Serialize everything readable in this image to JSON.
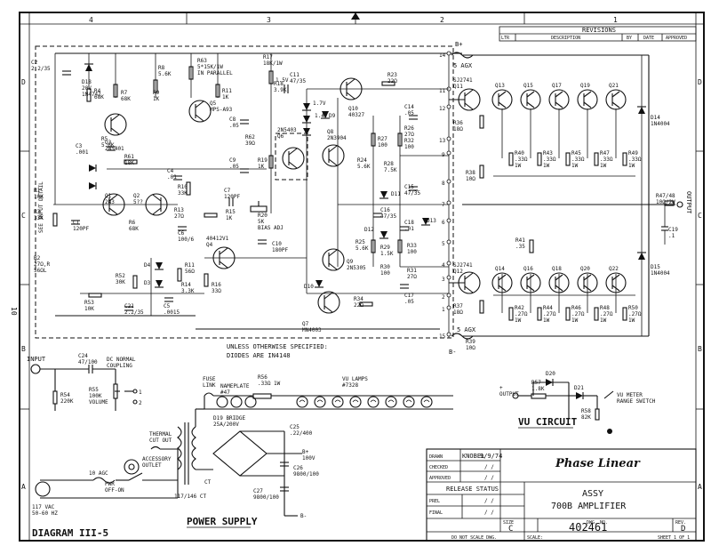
{
  "zones_top": [
    "4",
    "3",
    "2",
    "1"
  ],
  "zones_side": [
    "D",
    "C",
    "B",
    "A"
  ],
  "revisions": {
    "title": "REVISIONS",
    "cols": [
      "LTR",
      "DESCRIPTION",
      "BY",
      "DATE",
      "APPROVED"
    ]
  },
  "side_labels": {
    "left_input": "SEE INPUT DETAIL",
    "right_output": "OUTPUT",
    "left_num": "10"
  },
  "components": {
    "c2": "C2\n2.2/35",
    "d18": "D18\n20V\n1N4747",
    "r4": "R4\n68K",
    "r7": "R7\n68K",
    "r8": "R8\n5.6K",
    "r9": "R9\n1K",
    "r11": "R11\n1K",
    "r63": "R63\n5*15K/1W\nIN PARALLEL",
    "r17": "R17\n18K/1W",
    "r18": "R18\n3.9K",
    "c11": "C11\n47/35",
    "q10": "Q10\n40327",
    "r23": "R23\n22Ω",
    "q3": "Q3\n2N5401",
    "q5": "Q5\nMPS-A93",
    "c8": "C8\n.05",
    "r62": "R62\n39Ω",
    "q6": "2N5403\nQ6",
    "q8": "Q8\n2N3904",
    "c14": "C14\n.05",
    "r26": "R26\n27Ω",
    "r27": "R27\n100",
    "r32": "R32\n100",
    "d9": "D9",
    "r5": "R5\n5.6K",
    "r61": "R61\n18K",
    "c3": "C3\n.001",
    "c9": "C9\n.05",
    "r19": "R19\n1K",
    "r24": "R24\n5.6K",
    "r28": "R28\n7.5K",
    "c15": "C15\n47/35",
    "d11": "D11",
    "r1": "R1\n10K",
    "r3": "R3\n33K",
    "c1": "C1\n120PF",
    "q1": "Q1\n2N3",
    "q2": "Q2\n5??",
    "c4": "C4\n.01",
    "r10": "R10\n33K",
    "r13": "R13\n27Ω",
    "c7": "C7\n120PF",
    "r15": "R15\n1K",
    "r20": "R20\n5K\nBIAS ADJ",
    "c16": "C16\n47/35",
    "c18": "C18\n.01",
    "d12": "D12",
    "d13": "D13",
    "r6": "R6\n68K",
    "c6": "C6\n100/6",
    "q4": "40412V1\nQ4",
    "c10": "C10\n180PF",
    "r25": "R25\n5.6K",
    "r29": "R29\n1.5K",
    "r33": "R33\n100",
    "r2": "R2\n27Ω,R\n56ΩL",
    "d4": "D4",
    "d3": "D3",
    "r52": "R52\n30K",
    "r11b": "R11\n56Ω",
    "r14": "R14\n3.3K",
    "r16": "R16\n33Ω",
    "q9": "Q9\n2N5305",
    "r30": "R30\n100",
    "r31": "R31\n27Ω",
    "c17": "C17\n.05",
    "d10": "D10",
    "r53": "R53\n10K",
    "c21": "C21\n2.2/35",
    "c5": "C5\n.0015",
    "q7": "Q7\nMN4003",
    "r34": "R34\n22Ω",
    "q11": "SJ2741\nQ11",
    "q12": "SJ2741\nQ12",
    "r36": "R36\n18Ω",
    "r37": "R37\n18Ω",
    "r38": "R38\n10Ω",
    "r39": "R39\n10Ω",
    "r41": "R41\n.35",
    "d14": "D14\n1N4004",
    "d15": "D15\n1N4004",
    "r4748": "R47/48\n10Ω/2W",
    "c19": "C19\n.1",
    "top_q": [
      "Q13",
      "Q15",
      "Q17",
      "Q19",
      "Q21"
    ],
    "bot_q": [
      "Q14",
      "Q16",
      "Q18",
      "Q20",
      "Q22"
    ],
    "top_r": [
      "R40\n.33Ω\n1W",
      "R43\n.33Ω\n1W",
      "R45\n.33Ω\n1W",
      "R47\n.33Ω\n1W",
      "R49\n.33Ω\n1W"
    ],
    "bot_r": [
      "R42\n.27Ω\n1W",
      "R44\n.27Ω\n1W",
      "R46\n.27Ω\n1W",
      "R48\n.27Ω\n1W",
      "R50\n.27Ω\n1W"
    ],
    "fuse_top": "5 AGX",
    "fuse_bot": "5 AGX",
    "bplus": "B+",
    "bminus": "B-",
    "pins": [
      "14",
      "11",
      "12",
      "13",
      "9",
      "8",
      "7",
      "6",
      "5",
      "4",
      "3",
      "2",
      "1",
      "15"
    ],
    "volt1": "1.5V",
    "volt2": "1.7V",
    "volt3": "1.4V"
  },
  "notes": {
    "unless": "UNLESS OTHERWISE SPECIFIED:",
    "diodes": "DIODES ARE IN4148"
  },
  "input_detail": {
    "input": "INPUT",
    "c24": "C24\n47/100",
    "dc_normal": "DC NORMAL\nCOUPLING",
    "r54": "R54\n220K",
    "r55": "R55\n100K\nVOLUME",
    "p1": "1",
    "p2": "2"
  },
  "power_supply": {
    "fuse_link": "FUSE\nLINK",
    "nameplate": "NAMEPLATE\n#47",
    "r56": "R56\n.33Ω 1W",
    "vu_lamps": "VU LAMPS\n#7328",
    "d19": "D19 BRIDGE\n25A/200V",
    "c25": "C25\n.22/400",
    "b100": "B+\n100V",
    "c26": "C26\n9800/100",
    "c27": "C27\n9800/100",
    "bminus": "B-",
    "ct": "CT",
    "thermal": "THERMAL\nCUT OUT",
    "accessory": "ACCESSORY\nOUTLET",
    "fuse10": "10 AGC",
    "pwr": "PWR\nOFF-ON",
    "vac": "117 VAC\n50-60 HZ",
    "trans": "117/146 CT",
    "caption": "POWER SUPPLY"
  },
  "vu_circuit": {
    "output": "+\nOUTPUT",
    "r57": "R57\n1.8K",
    "d20": "D20",
    "d21": "D21",
    "r58": "R58\n82K",
    "meter": "VU METER\nRANGE SWITCH",
    "caption": "VU CIRCUIT"
  },
  "title_block": {
    "drawn_label": "DRAWN",
    "drawn_by": "KNOBEL",
    "drawn_date": "9/9/74",
    "checked": "CHECKED",
    "approved": "APPROVED",
    "company": "Phase Linear",
    "release": "RELEASE STATUS",
    "prel": "PREL",
    "final": "FINAL",
    "assy": "ASSY",
    "desc": "700B AMPLIFIER",
    "size_label": "SIZE",
    "size": "C",
    "dwg_label": "DWG. NO.",
    "dwg": "402461",
    "rev_label": "REV.",
    "rev": "D",
    "scale_label": "SCALE:",
    "sheet": "SHEET 1 OF 1",
    "noscale": "DO NOT SCALE DWG.",
    "slash": "/ /"
  },
  "diagram_label": "DIAGRAM III-5"
}
